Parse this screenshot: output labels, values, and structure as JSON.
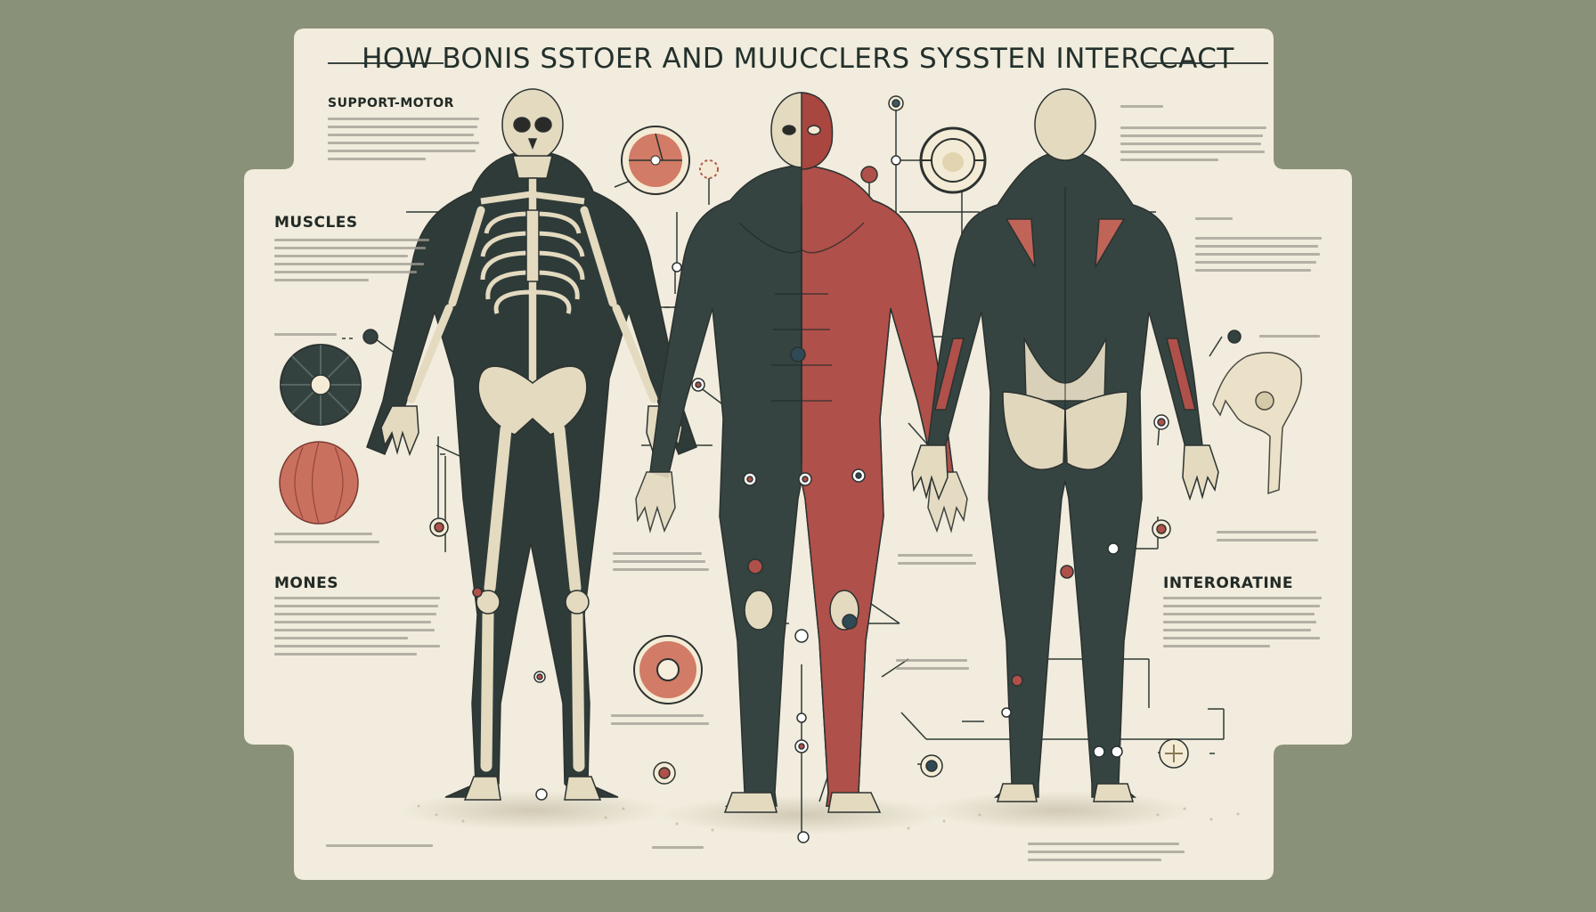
{
  "title": "HOW BONIS SSTOER AND MUUCCLERS SYSSTEN INTERCCACT",
  "left_panel": {
    "support_heading": "SUPPORT-MOTOR",
    "muscles_heading": "MUSCLES",
    "mones_heading": "MONES"
  },
  "right_panel": {
    "interoratine_heading": "INTERORATINE"
  },
  "colors": {
    "background": "#8a9179",
    "panel": "#f1ecdd",
    "muscle_red": "#b0504a",
    "muscle_dark": "#3e4d49",
    "bone": "#e8dfc8",
    "ink": "#23302c"
  },
  "icons": [
    "muscle-cross-section-icon",
    "muscle-fiber-icon",
    "joint-cross-section-icon",
    "pelvis-bone-icon",
    "knee-joint-icon"
  ]
}
